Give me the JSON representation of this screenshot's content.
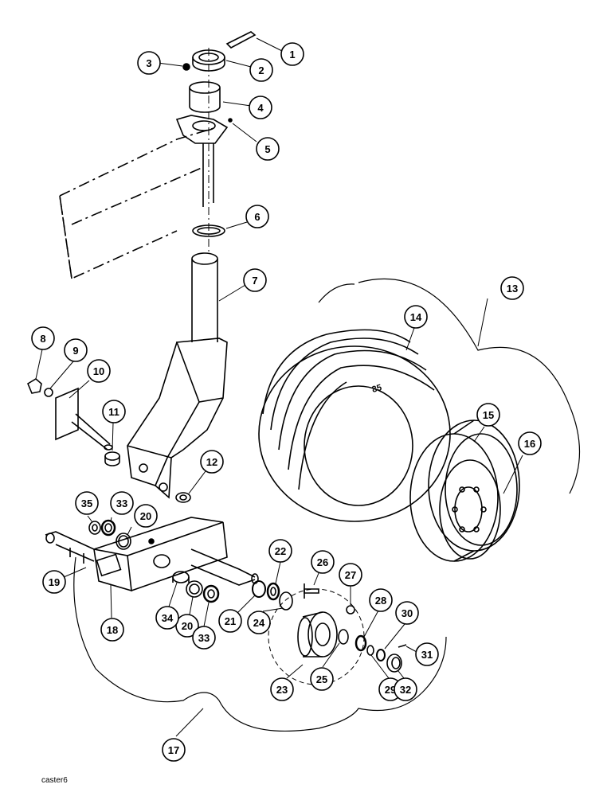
{
  "figure_label": "caster6",
  "callouts": [
    {
      "id": "c1",
      "label": "1"
    },
    {
      "id": "c2",
      "label": "2"
    },
    {
      "id": "c3",
      "label": "3"
    },
    {
      "id": "c4",
      "label": "4"
    },
    {
      "id": "c5",
      "label": "5"
    },
    {
      "id": "c6",
      "label": "6"
    },
    {
      "id": "c7",
      "label": "7"
    },
    {
      "id": "c8",
      "label": "8"
    },
    {
      "id": "c9",
      "label": "9"
    },
    {
      "id": "c10",
      "label": "10"
    },
    {
      "id": "c11",
      "label": "11"
    },
    {
      "id": "c12",
      "label": "12"
    },
    {
      "id": "c13",
      "label": "13"
    },
    {
      "id": "c14",
      "label": "14"
    },
    {
      "id": "c15",
      "label": "15"
    },
    {
      "id": "c16",
      "label": "16"
    },
    {
      "id": "c17",
      "label": "17"
    },
    {
      "id": "c18",
      "label": "18"
    },
    {
      "id": "c19",
      "label": "19"
    },
    {
      "id": "c20a",
      "label": "20"
    },
    {
      "id": "c20b",
      "label": "20"
    },
    {
      "id": "c21",
      "label": "21"
    },
    {
      "id": "c22",
      "label": "22"
    },
    {
      "id": "c23",
      "label": "23"
    },
    {
      "id": "c24",
      "label": "24"
    },
    {
      "id": "c25",
      "label": "25"
    },
    {
      "id": "c26",
      "label": "26"
    },
    {
      "id": "c27",
      "label": "27"
    },
    {
      "id": "c28",
      "label": "28"
    },
    {
      "id": "c29",
      "label": "29"
    },
    {
      "id": "c30",
      "label": "30"
    },
    {
      "id": "c31",
      "label": "31"
    },
    {
      "id": "c32",
      "label": "32"
    },
    {
      "id": "c33a",
      "label": "33"
    },
    {
      "id": "c33b",
      "label": "33"
    },
    {
      "id": "c34",
      "label": "34"
    },
    {
      "id": "c35",
      "label": "35"
    }
  ]
}
